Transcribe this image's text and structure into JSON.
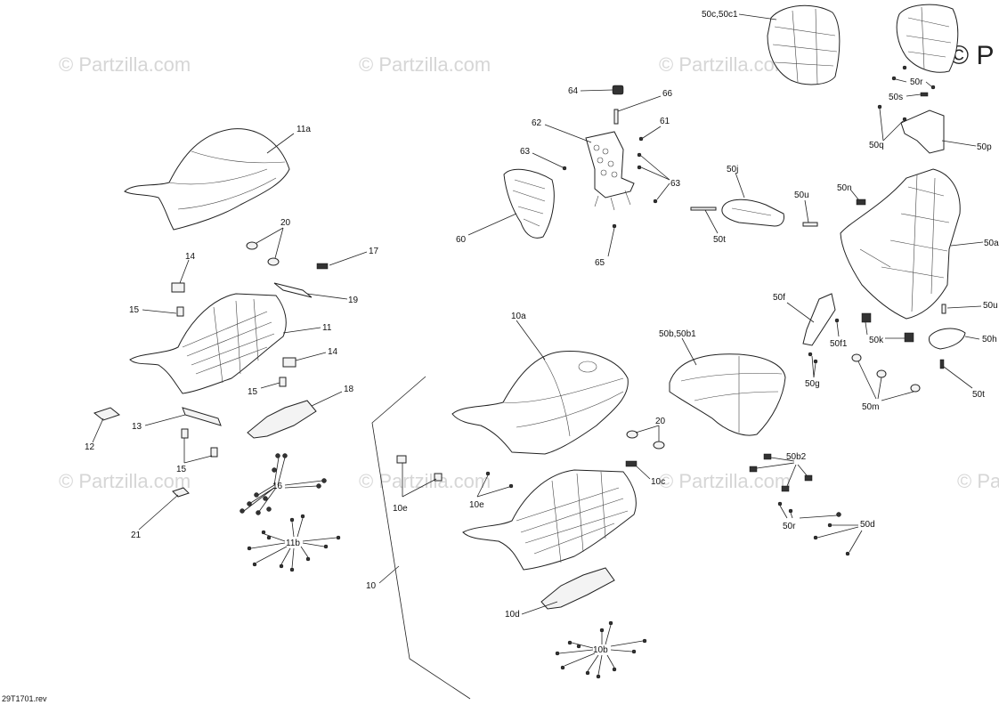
{
  "watermark": "© Partzilla.com",
  "watermark_large": "© P",
  "diagram_ref": "29T1701.rev",
  "labels": {
    "l11a": "11a",
    "l20a": "20",
    "l17": "17",
    "l14a": "14",
    "l19": "19",
    "l15a": "15",
    "l11": "11",
    "l14b": "14",
    "l15b": "15",
    "l18": "18",
    "l13": "13",
    "l12": "12",
    "l15c": "15",
    "l16": "16",
    "l11b": "11b",
    "l21": "21",
    "l10": "10",
    "l64": "64",
    "l66": "66",
    "l62": "62",
    "l61": "61",
    "l63a": "63",
    "l63b": "63",
    "l60": "60",
    "l65": "65",
    "l10a": "10a",
    "l20b": "20",
    "l10c": "10c",
    "l10e1": "10e",
    "l10e2": "10e",
    "l10d": "10d",
    "l10b": "10b",
    "l50c": "50c,50c1",
    "l50r1": "50r",
    "l50s": "50s",
    "l50q": "50q",
    "l50p": "50p",
    "l50j": "50j",
    "l50u1": "50u",
    "l50n": "50n",
    "l50t1": "50t",
    "l50a": "50a",
    "l50f": "50f",
    "l50u2": "50u",
    "l50b": "50b,50b1",
    "l50k": "50k",
    "l50h": "50h",
    "l50f1": "50f1",
    "l50g": "50g",
    "l50t2": "50t",
    "l50m": "50m",
    "l50b2": "50b2",
    "l50r2": "50r",
    "l50d": "50d"
  }
}
